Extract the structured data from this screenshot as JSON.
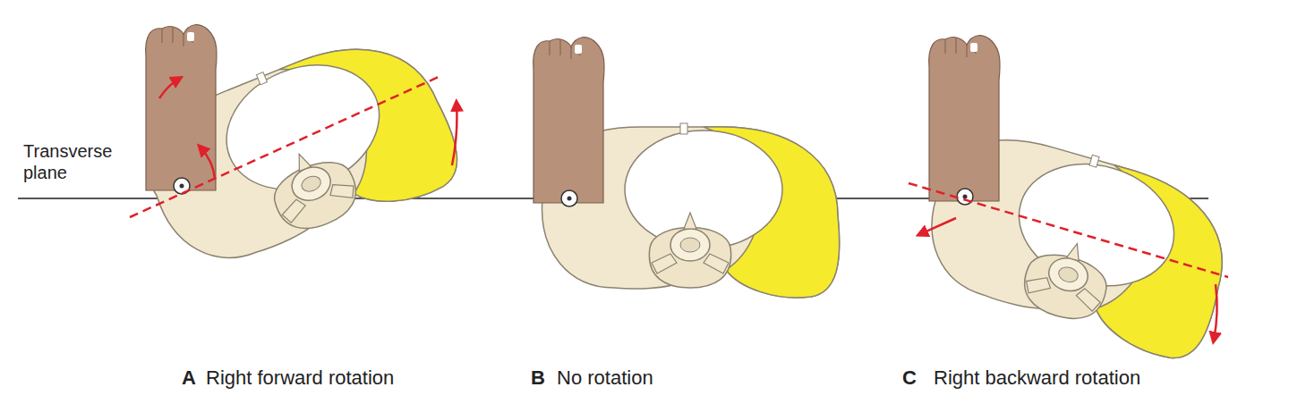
{
  "diagram": {
    "labels": [
      "Transverse plane",
      "A",
      "Right forward rotation",
      "B",
      "No rotation",
      "C",
      "Right backward rotation"
    ]
  }
}
